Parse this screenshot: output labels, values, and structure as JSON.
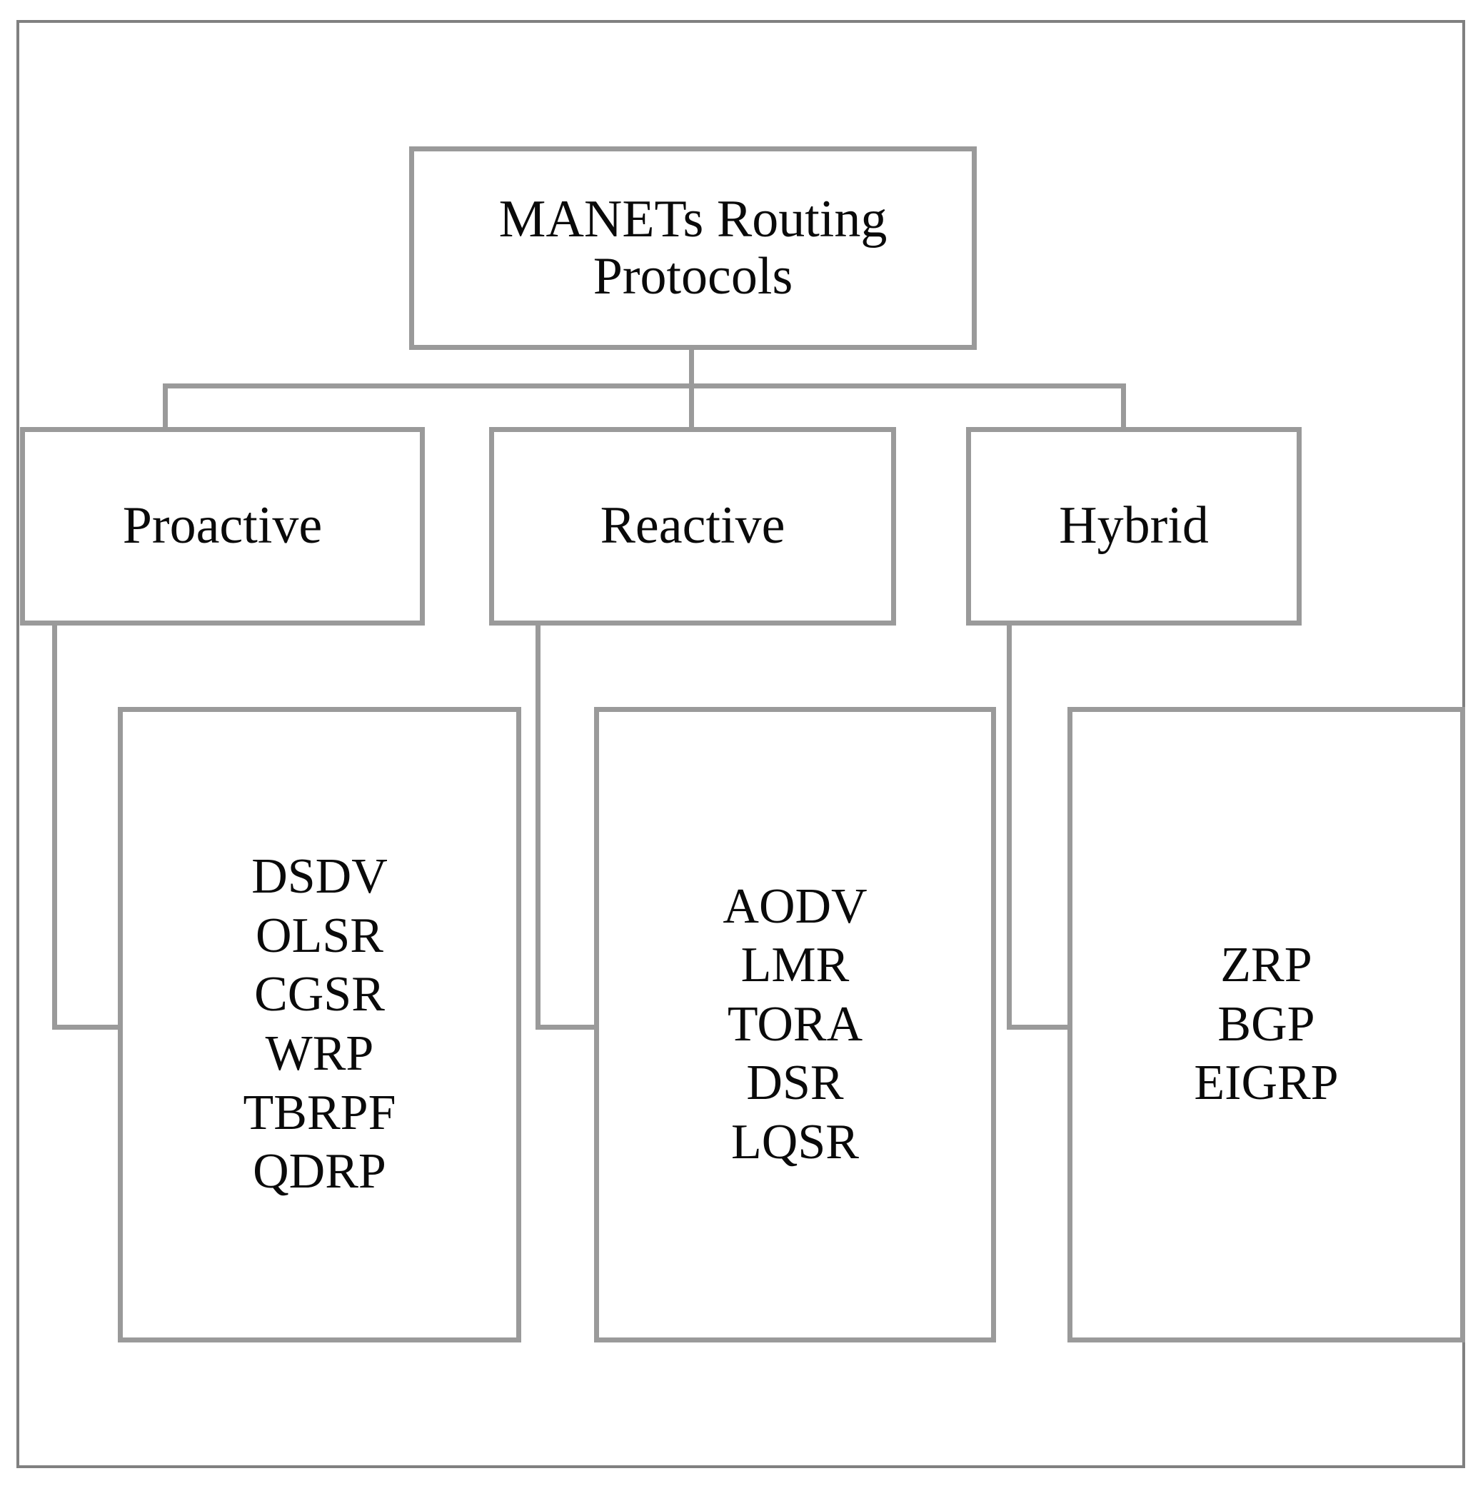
{
  "diagram": {
    "title": "MANETs Routing Protocols classification tree",
    "border_color": "#808080",
    "node_border_color": "#9a9a9a",
    "connector_color": "#9a9a9a",
    "text_color": "#0a0a0a",
    "background_color": "#ffffff"
  },
  "root": {
    "label": "MANETs Routing\nProtocols",
    "line1": "MANETs Routing",
    "line2": "Protocols"
  },
  "categories": [
    {
      "id": "proactive",
      "label": "Proactive"
    },
    {
      "id": "reactive",
      "label": "Reactive"
    },
    {
      "id": "hybrid",
      "label": "Hybrid"
    }
  ],
  "lists": {
    "proactive": {
      "protocols": [
        "DSDV",
        "OLSR",
        "CGSR",
        "WRP",
        "TBRPF",
        "QDRP"
      ],
      "p0": "DSDV",
      "p1": "OLSR",
      "p2": "CGSR",
      "p3": "WRP",
      "p4": "TBRPF",
      "p5": "QDRP"
    },
    "reactive": {
      "protocols": [
        "AODV",
        "LMR",
        "TORA",
        "DSR",
        "LQSR"
      ],
      "p0": "AODV",
      "p1": "LMR",
      "p2": "TORA",
      "p3": "DSR",
      "p4": "LQSR"
    },
    "hybrid": {
      "protocols": [
        "ZRP",
        "BGP",
        "EIGRP"
      ],
      "p0": "ZRP",
      "p1": "BGP",
      "p2": "EIGRP"
    }
  }
}
